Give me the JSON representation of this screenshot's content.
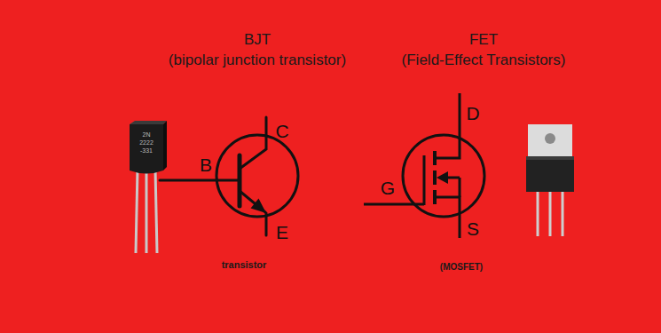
{
  "diagram": {
    "labels": [
      "BJT",
      "(bipolar junction transistor)",
      "transistor",
      "B",
      "C",
      "E",
      "2N",
      "2222",
      "-331",
      "FET",
      "(Field-Effect Transistors)",
      "G",
      "D",
      "S",
      "(MOSFET)"
    ]
  }
}
